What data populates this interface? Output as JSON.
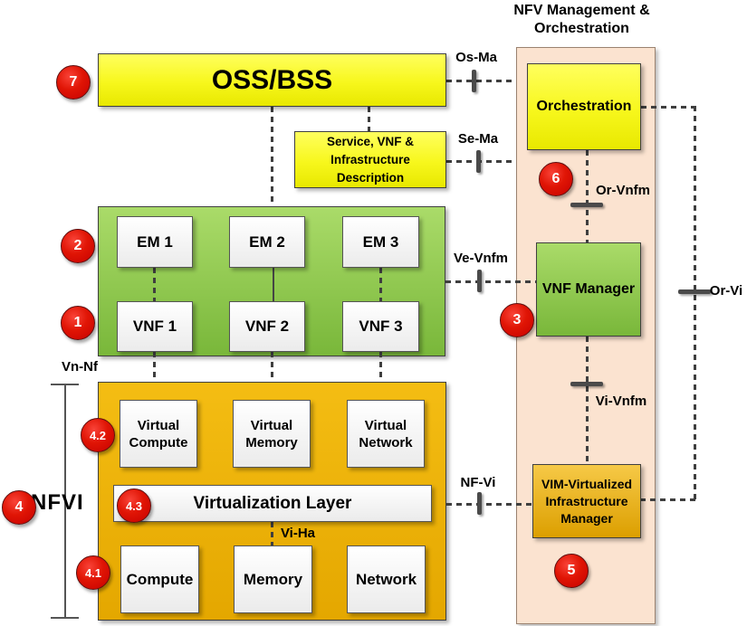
{
  "title": {
    "line1": "NFV Management &",
    "line2": "Orchestration"
  },
  "boxes": {
    "oss_bss": "OSS/BSS",
    "service_desc": {
      "line1": "Service, VNF &",
      "line2": "Infrastructure",
      "line3": "Description"
    },
    "orchestration": "Orchestration",
    "vnf_manager": "VNF Manager",
    "vim": {
      "line1": "VIM-Virtualized",
      "line2": "Infrastructure",
      "line3": "Manager"
    },
    "em": [
      "EM 1",
      "EM 2",
      "EM 3"
    ],
    "vnf": [
      "VNF 1",
      "VNF 2",
      "VNF 3"
    ],
    "virtual": [
      {
        "line1": "Virtual",
        "line2": "Compute"
      },
      {
        "line1": "Virtual",
        "line2": "Memory"
      },
      {
        "line1": "Virtual",
        "line2": "Network"
      }
    ],
    "virtualization_layer": "Virtualization Layer",
    "hardware": [
      "Compute",
      "Memory",
      "Network"
    ],
    "nfvi": "NFVI"
  },
  "reference_points": {
    "os_ma": "Os-Ma",
    "se_ma": "Se-Ma",
    "ve_vnfm": "Ve-Vnfm",
    "or_vnfm": "Or-Vnfm",
    "vi_vnfm": "Vi-Vnfm",
    "nf_vi": "NF-Vi",
    "or_vi": "Or-Vi",
    "vi_ha": "Vi-Ha",
    "vn_nf": "Vn-Nf"
  },
  "badges": {
    "n1": "1",
    "n2": "2",
    "n3": "3",
    "n4": "4",
    "n4_1": "4.1",
    "n4_2": "4.2",
    "n4_3": "4.3",
    "n5": "5",
    "n6": "6",
    "n7": "7"
  },
  "colors": {
    "badge-red": "#da0c02",
    "yellow-top": "#ffff5e",
    "yellow-mid": "#f7f71c",
    "yellow-bottom": "#e8e800",
    "green-top": "#aadb69",
    "green-bottom": "#79b73a",
    "orange-top": "#f4bd13",
    "orange-bottom": "#e4a700",
    "gold-top": "#f6c947",
    "gold-bottom": "#dc9f00",
    "peach": "#fbe3d0",
    "peach-border": "#9a8270",
    "line": "#3f3f3f",
    "box-border": "#404040",
    "white-top": "#ffffff",
    "white-bottom": "#ebebeb"
  }
}
